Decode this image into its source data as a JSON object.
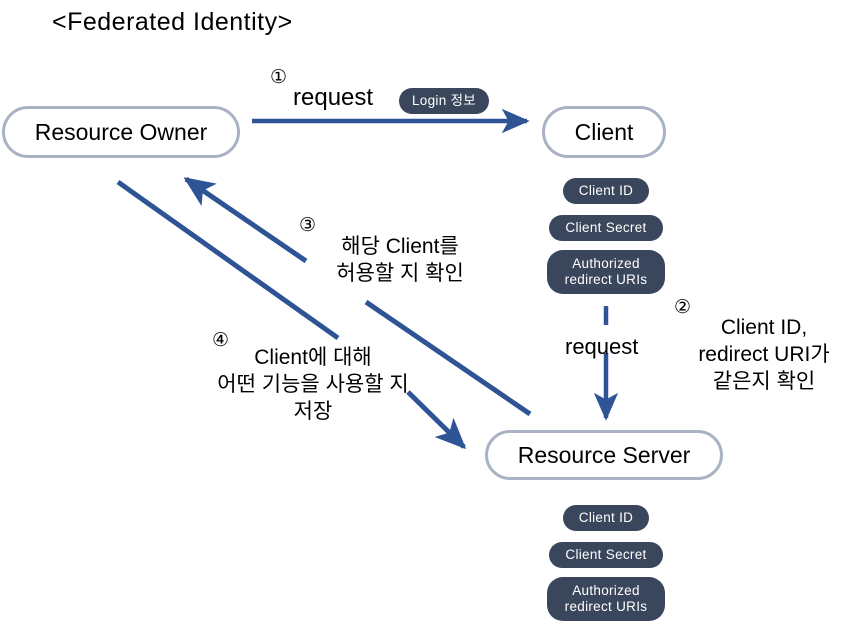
{
  "diagram": {
    "title": "<Federated Identity>",
    "type": "flow-diagram",
    "accent_arrow_color": "#2e5496",
    "node_border_color": "#a9b3c4",
    "badge_color": "#3a465c",
    "background": "#ffffff"
  },
  "nodes": [
    {
      "id": "resource-owner",
      "label": "Resource Owner"
    },
    {
      "id": "client",
      "label": "Client"
    },
    {
      "id": "resource-server",
      "label": "Resource Server"
    }
  ],
  "badges": {
    "login_info": "Login 정보",
    "client_attributes": [
      {
        "label": "Client ID"
      },
      {
        "label": "Client Secret"
      },
      {
        "label": "Authorized\nredirect URIs"
      }
    ],
    "server_attributes": [
      {
        "label": "Client ID"
      },
      {
        "label": "Client Secret"
      },
      {
        "label": "Authorized\nredirect URIs"
      }
    ]
  },
  "steps": [
    {
      "number": "①",
      "label": "request",
      "from": "resource-owner",
      "to": "client",
      "note": ""
    },
    {
      "number": "②",
      "label": "request",
      "from": "client",
      "to": "resource-server",
      "note": "Client ID,\nredirect URI가\n같은지 확인"
    },
    {
      "number": "③",
      "label": "",
      "from": "resource-server",
      "to": "resource-owner",
      "note": "해당 Client를\n허용할 지 확인"
    },
    {
      "number": "④",
      "label": "",
      "from": "resource-owner",
      "to": "resource-server",
      "note": "Client에 대해\n어떤 기능을 사용할 지\n저장"
    }
  ]
}
